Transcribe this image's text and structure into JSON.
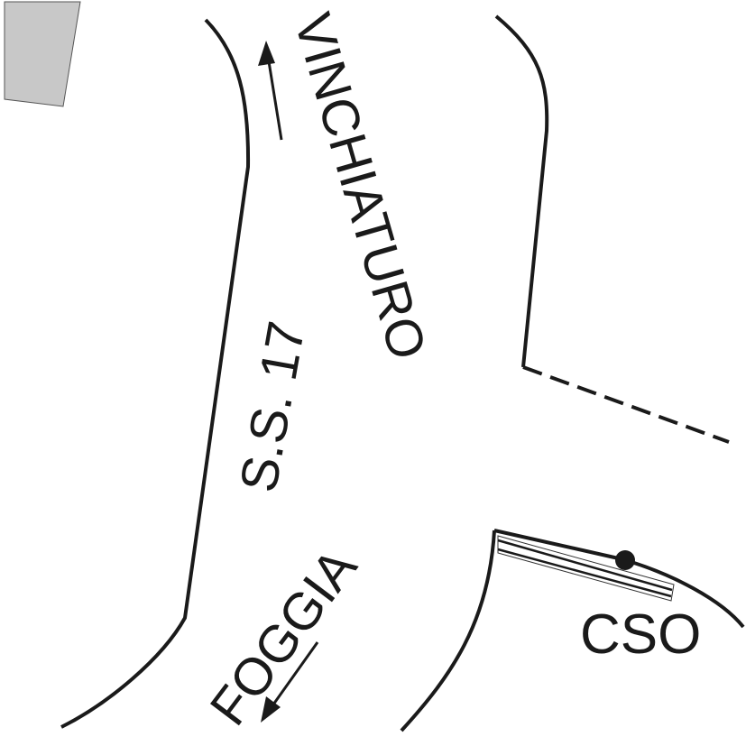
{
  "labels": {
    "north_direction": "VINCHIATURO",
    "road_name": "S.S. 17",
    "south_direction": "FOGGIA",
    "outfall": "CSO"
  },
  "colors": {
    "line": "#1a1a1a",
    "building_fill": "#c8c8c8",
    "building_stroke": "#555555"
  }
}
